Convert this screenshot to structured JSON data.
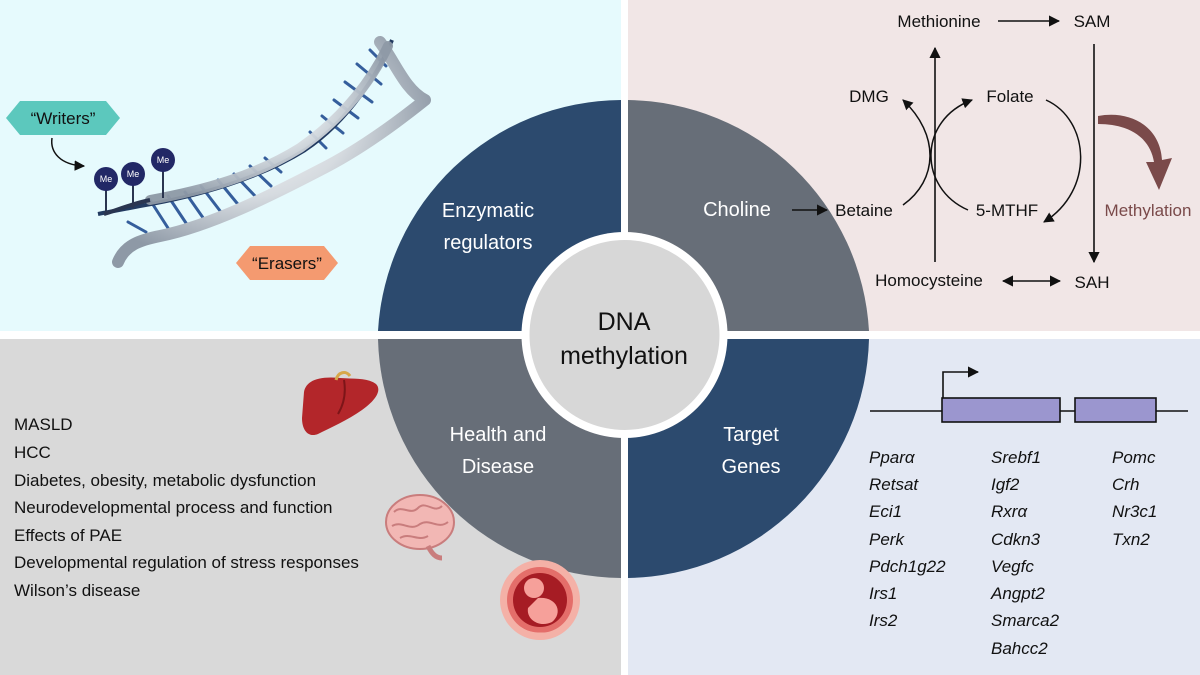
{
  "center": {
    "line1": "DNA",
    "line2": "methylation"
  },
  "quadrants": {
    "top_left": {
      "line1": "Enzymatic",
      "line2": "regulators"
    },
    "top_right": {
      "line1": "Choline"
    },
    "bottom_left": {
      "line1": "Health and",
      "line2": "Disease"
    },
    "bottom_right": {
      "line1": "Target",
      "line2": "Genes"
    }
  },
  "enzymes": {
    "writers": "“Writers”",
    "erasers": "“Erasers”",
    "me_label": "Me"
  },
  "metabolism": {
    "methionine": "Methionine",
    "sam": "SAM",
    "dmg": "DMG",
    "folate": "Folate",
    "betaine": "Betaine",
    "mthf": "5-MTHF",
    "homocysteine": "Homocysteine",
    "sah": "SAH",
    "methylation": "Methylation"
  },
  "diseases": [
    "MASLD",
    "HCC",
    "Diabetes, obesity, metabolic dysfunction",
    "Neurodevelopmental process and function",
    "Effects of PAE",
    "Developmental regulation of stress responses",
    "Wilson’s disease"
  ],
  "genes": {
    "col1": [
      "Pparα",
      "Retsat",
      "Eci1",
      "Perk",
      "Pdch1g22",
      "Irs1",
      "Irs2"
    ],
    "col2": [
      "Srebf1",
      "Igf2",
      "Rxrα",
      "Cdkn3",
      "Vegfc",
      "Angpt2",
      "Smarca2",
      "Bahcc2"
    ],
    "col3": [
      "Pomc",
      "Crh",
      "Nr3c1",
      "Txn2"
    ]
  },
  "icons": [
    "dna-helix-icon",
    "liver-icon",
    "brain-icon",
    "fetus-icon",
    "gene-promoter-icon"
  ],
  "colors": {
    "panel_tl": "#e6fafd",
    "panel_tr": "#f1e6e6",
    "panel_bl": "#d9d9d9",
    "panel_br": "#e3e8f3",
    "navy": "#2c4a6e",
    "slate": "#676e78",
    "writers": "#5cc8bd",
    "erasers": "#f49a70",
    "methylation_arrow": "#7a4a4a",
    "exon": "#9b96cf"
  }
}
